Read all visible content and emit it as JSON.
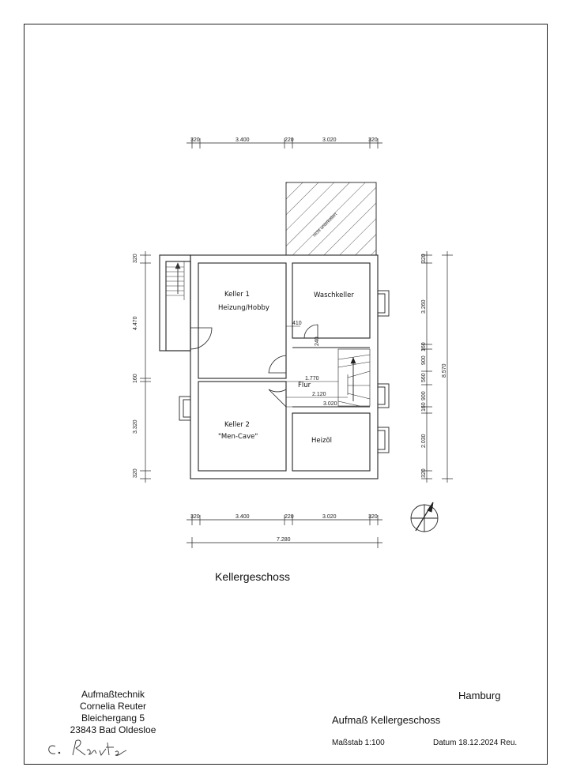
{
  "drawing": {
    "title": "Kellergeschoss",
    "rooms": {
      "keller1_line1": "Keller 1",
      "keller1_line2": "Heizung/Hobby",
      "waschkeller": "Waschkeller",
      "flur": "Flur",
      "keller2_line1": "Keller 2",
      "keller2_line2": "\"Men-Cave\"",
      "heizoel": "Heizöl"
    },
    "hatch_note": "nicht unterkellert",
    "dimensions": {
      "top": [
        "320",
        "3.400",
        "220",
        "3.020",
        "320"
      ],
      "bottom": [
        "320",
        "3.400",
        "220",
        "3.020",
        "320"
      ],
      "bottom_total": "7.280",
      "left": [
        "320",
        "4.470",
        "160",
        "3.320",
        "320"
      ],
      "right": [
        "320",
        "3.260",
        "160",
        "900",
        "560",
        "900",
        "160",
        "2.030",
        "320"
      ],
      "right_total": "8.570",
      "inner": [
        "410",
        "240",
        "1.770",
        "2.120",
        "3.020"
      ]
    },
    "north_arrow": "north-arrow-icon"
  },
  "titleblock": {
    "company_line1": "Aufmaßtechnik",
    "company_line2": "Cornelia Reuter",
    "company_line3": "Bleichergang 5",
    "company_line4": "23843 Bad Oldesloe",
    "signature": "C. Reuter",
    "city": "Hamburg",
    "subject": "Aufmaß Kellergeschoss",
    "scale": "Maßstab 1:100",
    "date": "Datum 18.12.2024 Reu."
  }
}
